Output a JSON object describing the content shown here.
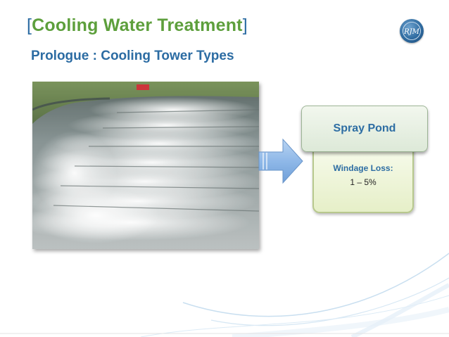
{
  "slide": {
    "title_open_bracket": "[",
    "title_text": "Cooling Water Treatment",
    "title_close_bracket": "]",
    "subtitle": "Prologue : Cooling Tower Types",
    "logo_text": "RJM"
  },
  "card": {
    "heading": "Spray Pond",
    "detail_label": "Windage Loss:",
    "detail_value": "1 – 5%"
  },
  "colors": {
    "title_green": "#5d9f3c",
    "accent_blue": "#2c6ca3",
    "arrow_blue": "#8fb8e8",
    "card_border": "#b7c88d"
  },
  "icons": [
    "logo-seal-icon",
    "right-arrow-icon"
  ]
}
